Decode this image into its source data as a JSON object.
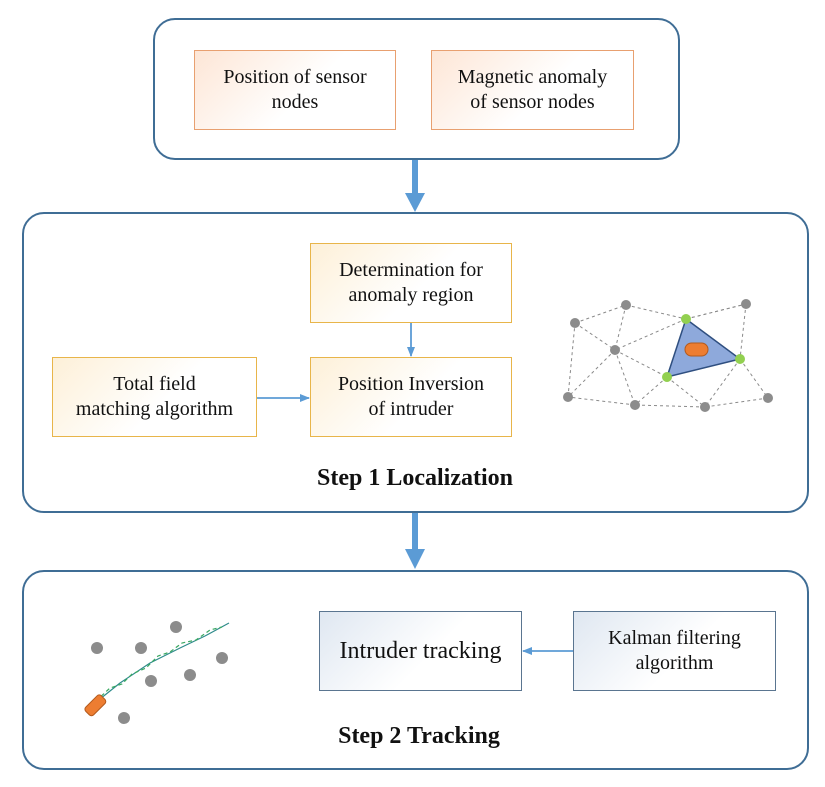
{
  "inputs": {
    "position_label": "Position of sensor\nnodes",
    "anomaly_label": "Magnetic anomaly\nof sensor nodes"
  },
  "step1": {
    "title": "Step 1 Localization",
    "determination_label": "Determination for\nanomaly region",
    "total_field_label": "Total field\nmatching algorithm",
    "position_inversion_label": "Position Inversion\nof intruder"
  },
  "step2": {
    "title": "Step 2 Tracking",
    "intruder_tracking_label": "Intruder tracking",
    "kalman_label": "Kalman filtering\nalgorithm"
  },
  "colors": {
    "panel_border": "#3f6d95",
    "arrow": "#5b9bd5",
    "node_gray": "#8c8c8c",
    "node_green": "#92d050",
    "triangle_fill": "#8ea9db",
    "intruder": "#ed7d31"
  }
}
